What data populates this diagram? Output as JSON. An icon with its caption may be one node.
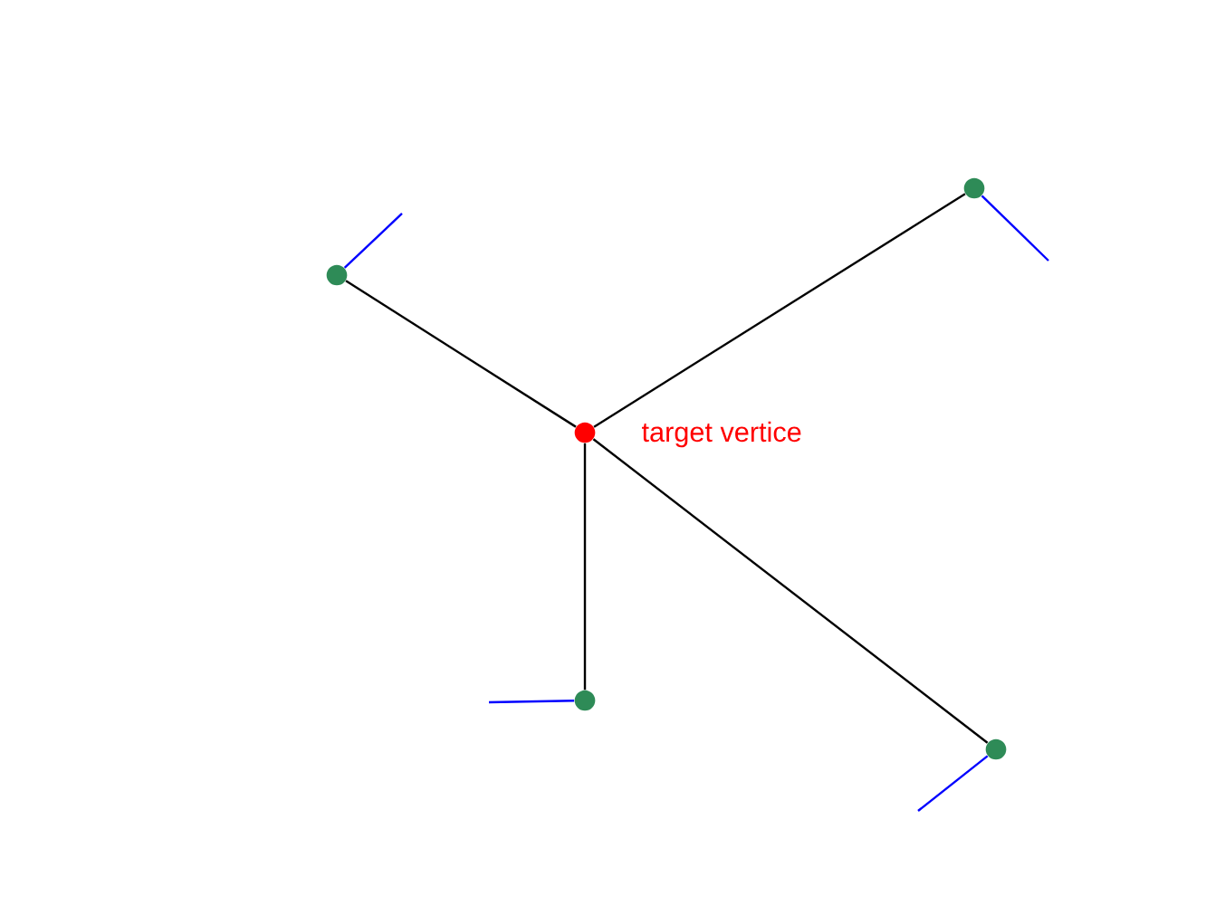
{
  "diagram": {
    "nodes": [
      {
        "text": [],
        "shape": "circle"
      },
      {
        "text": [],
        "shape": "circle"
      },
      {
        "text": [],
        "shape": "circle",
        "beside": [
          "target vertice"
        ]
      },
      {
        "text": [],
        "shape": "circle"
      },
      {
        "text": [],
        "shape": "circle"
      }
    ],
    "edges": [
      {
        "from": 2,
        "to": 0,
        "arrow": "none"
      },
      {
        "from": 2,
        "to": 1,
        "arrow": "none"
      },
      {
        "from": 2,
        "to": 3,
        "arrow": "none"
      },
      {
        "from": 2,
        "to": 4,
        "arrow": "none"
      },
      {
        "from": 0,
        "to": null,
        "arrow": "none",
        "color": "#0000ff"
      },
      {
        "from": 1,
        "to": null,
        "arrow": "none",
        "color": "#0000ff"
      },
      {
        "from": 3,
        "to": null,
        "arrow": "none",
        "color": "#0000ff"
      },
      {
        "from": 4,
        "to": null,
        "arrow": "none",
        "color": "#0000ff"
      }
    ]
  }
}
